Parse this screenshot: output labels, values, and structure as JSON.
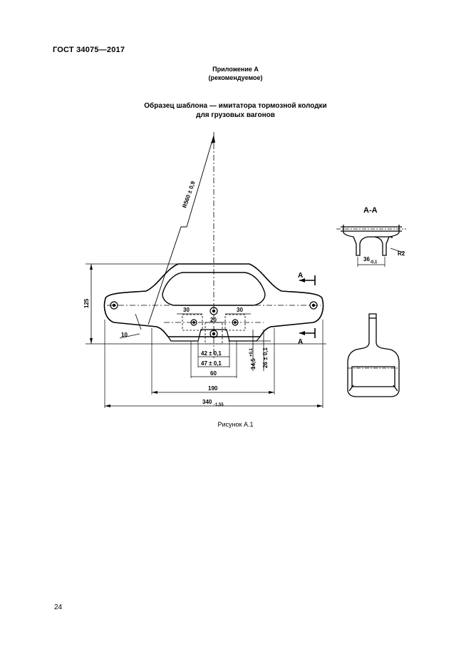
{
  "header": {
    "doc_code": "ГОСТ 34075—2017"
  },
  "appendix": {
    "title": "Приложение А",
    "subtitle": "(рекомендуемое)"
  },
  "figure": {
    "title_line1": "Образец шаблона — имитатора тормозной колодки",
    "title_line2": "для грузовых вагонов",
    "caption": "Рисунок А.1",
    "labels": {
      "radius": "R560 ± 0,9",
      "height": "125",
      "angle": "10",
      "d30_left": "30",
      "d20": "20",
      "d30_right": "30",
      "d42": "42 ± 0,1",
      "d47": "47 ± 0,1",
      "d60": "60",
      "d190": "190",
      "d340_main": "340",
      "d340_tol": "-1,55",
      "d14_main": "14,5",
      "d14_tol": "+0,1",
      "d26": "26 ± 0,1",
      "section_mark_top": "А",
      "section_mark_bottom": "А",
      "section_title": "А-А",
      "d36_main": "36",
      "d36_tol": "-0,1",
      "r2": "R2"
    }
  },
  "footer": {
    "page_number": "24"
  }
}
